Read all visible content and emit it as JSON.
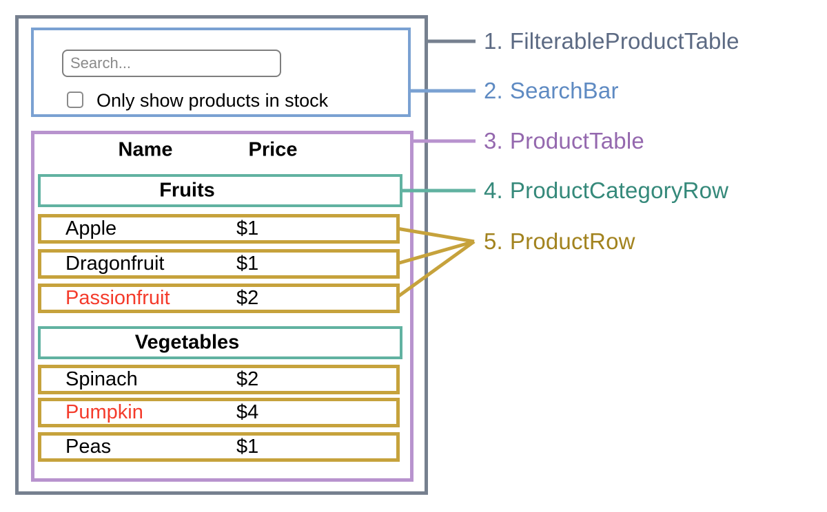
{
  "search_bar": {
    "placeholder": "Search...",
    "checkbox_label": "Only show products in stock",
    "checkbox_checked": false
  },
  "table": {
    "headers": {
      "name": "Name",
      "price": "Price"
    },
    "categories": [
      {
        "label": "Fruits",
        "products": [
          {
            "name": "Apple",
            "price": "$1",
            "stocked": true
          },
          {
            "name": "Dragonfruit",
            "price": "$1",
            "stocked": true
          },
          {
            "name": "Passionfruit",
            "price": "$2",
            "stocked": false
          }
        ]
      },
      {
        "label": "Vegetables",
        "products": [
          {
            "name": "Spinach",
            "price": "$2",
            "stocked": true
          },
          {
            "name": "Pumpkin",
            "price": "$4",
            "stocked": false
          },
          {
            "name": "Peas",
            "price": "$1",
            "stocked": true
          }
        ]
      }
    ]
  },
  "legend": [
    {
      "number": "1.",
      "label": "FilterableProductTable"
    },
    {
      "number": "2.",
      "label": "SearchBar"
    },
    {
      "number": "3.",
      "label": "ProductTable"
    },
    {
      "number": "4.",
      "label": "ProductCategoryRow"
    },
    {
      "number": "5.",
      "label": "ProductRow"
    }
  ],
  "colors": {
    "filterable_product_table_border": "#76808F",
    "searchbar_border": "#7AA1D2",
    "product_table_border": "#B893CE",
    "category_row_border": "#61B2A1",
    "product_row_border": "#C6A23C",
    "legend_text_1": "#5C6A83",
    "legend_text_2": "#5E8AC2",
    "legend_text_3": "#9468AE",
    "legend_text_4": "#35897A",
    "legend_text_5": "#A2831F",
    "out_of_stock_text": "#F43B2B",
    "in_stock_text": "#000000",
    "input_border": "#7E7E7E",
    "placeholder_text": "#8A8A8A"
  }
}
